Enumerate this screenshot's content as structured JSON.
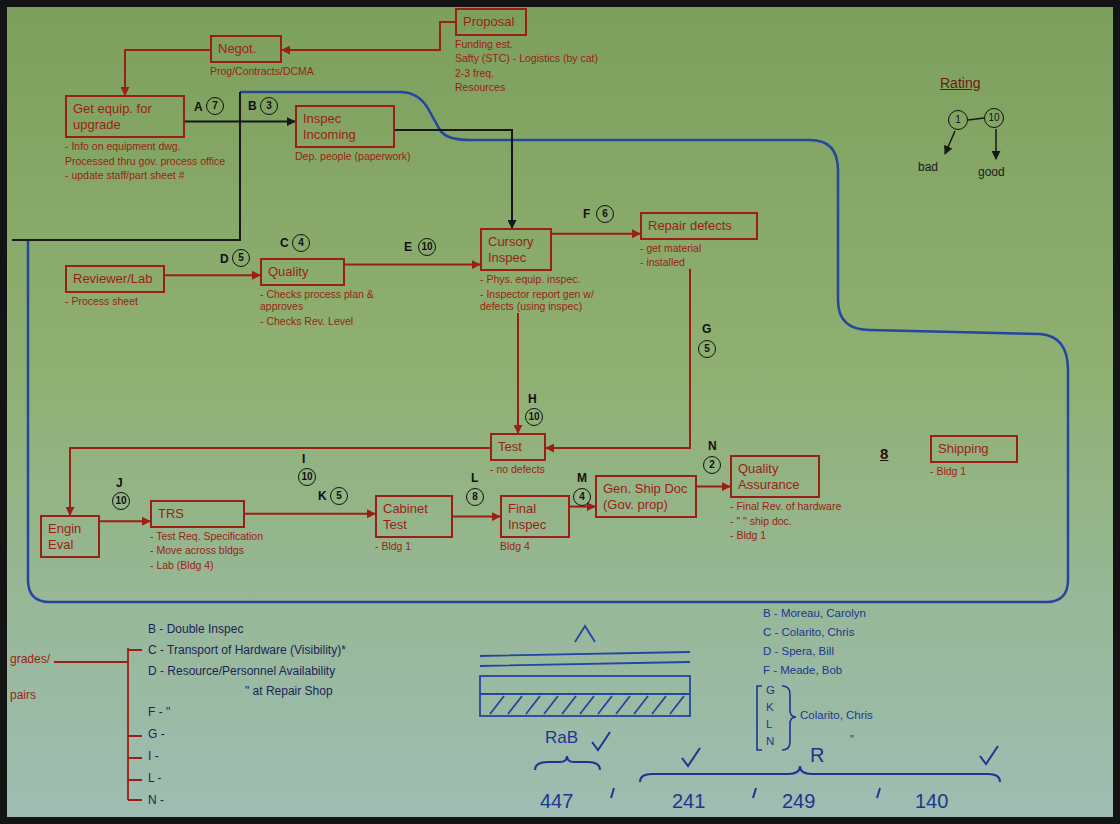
{
  "diagram": {
    "nodes": [
      {
        "text": [
          "Proposal",
          "Funding est.",
          "Safty (STC) - Logistics (by cat)",
          "2-3 freq.",
          "Resources"
        ]
      },
      {
        "text": [
          "Negot.",
          "Prog/Contracts/DCMA"
        ]
      },
      {
        "text": [
          "Get equip. for upgrade",
          "- Info on equipment dwg.",
          "Processed thru gov. process office",
          "- update staff/part sheet #"
        ]
      },
      {
        "text": [
          "Inspec Incoming",
          "Dep. people (paperwork)"
        ]
      },
      {
        "text": [
          "Reviewer/Lab",
          "- Process sheet"
        ]
      },
      {
        "text": [
          "Quality",
          "- Checks process plan & approves",
          "- Checks Rev. Level"
        ]
      },
      {
        "text": [
          "Cursory Inspec",
          "- Phys. equip. inspec.",
          "- Inspector report gen w/ defects (using inspec)"
        ]
      },
      {
        "text": [
          "Repair defects",
          "- get material",
          "- installed"
        ]
      },
      {
        "text": [
          "Test",
          "- no defects"
        ]
      },
      {
        "text": [
          "Engin Eval"
        ]
      },
      {
        "text": [
          "TRS",
          "- Test Req. Specification",
          "- Move across bldgs",
          "- Lab (Bldg 4)"
        ]
      },
      {
        "text": [
          "Cabinet Test",
          "- Bldg 1"
        ]
      },
      {
        "text": [
          "Final Inspec",
          "Bldg 4"
        ]
      },
      {
        "text": [
          "Gen. Ship Doc (Gov. prop)"
        ]
      },
      {
        "text": [
          "Quality Assurance",
          "- Final Rev. of hardware",
          "- \" \" ship doc.",
          "- Bldg 1"
        ]
      },
      {
        "text": [
          "Shipping",
          "- Bldg 1"
        ]
      }
    ],
    "edges": [
      {
        "from": 0,
        "to": 1,
        "arrow": "to"
      },
      {
        "from": 1,
        "to": 2,
        "arrow": "to"
      },
      {
        "from": 2,
        "to": 3,
        "arrow": "to"
      },
      {
        "from": 3,
        "to": 6,
        "arrow": "to"
      },
      {
        "from": 4,
        "to": 5,
        "arrow": "to"
      },
      {
        "from": 5,
        "to": 6,
        "arrow": "to"
      },
      {
        "from": 6,
        "to": 7,
        "arrow": "to"
      },
      {
        "from": 7,
        "to": 8,
        "arrow": "to"
      },
      {
        "from": 6,
        "to": 8,
        "arrow": "to"
      },
      {
        "from": 8,
        "to": 9,
        "arrow": "to"
      },
      {
        "from": 9,
        "to": 10,
        "arrow": "to"
      },
      {
        "from": 10,
        "to": 11,
        "arrow": "to"
      },
      {
        "from": 11,
        "to": 12,
        "arrow": "to"
      },
      {
        "from": 12,
        "to": 13,
        "arrow": "to"
      },
      {
        "from": 13,
        "to": 14,
        "arrow": "to"
      }
    ],
    "labels": [
      "A",
      "7",
      "B",
      "3",
      "C",
      "4",
      "D",
      "5",
      "E",
      "10",
      "F",
      "6",
      "G",
      "5",
      "H",
      "10",
      "I",
      "10",
      "J",
      "10",
      "K",
      "5",
      "L",
      "8",
      "M",
      "4",
      "N",
      "2",
      "8",
      "Rating",
      "1",
      "10",
      "bad",
      "good",
      "grades/",
      "pairs",
      "B - Double Inspec",
      "C - Transport of Hardware (Visibility)*",
      "D - Resource/Personnel Availability",
      "\" at Repair Shop",
      "F - \"",
      "G -",
      "I -",
      "L -",
      "N -",
      "B - Moreau, Carolyn",
      "C - Colarito, Chris",
      "D - Spera, Bill",
      "F - Meade, Bob",
      "G",
      "K",
      "L",
      "N",
      "Colarito, Chris",
      "\"",
      "RaB",
      "447",
      "241",
      "R",
      "249",
      "140"
    ]
  }
}
